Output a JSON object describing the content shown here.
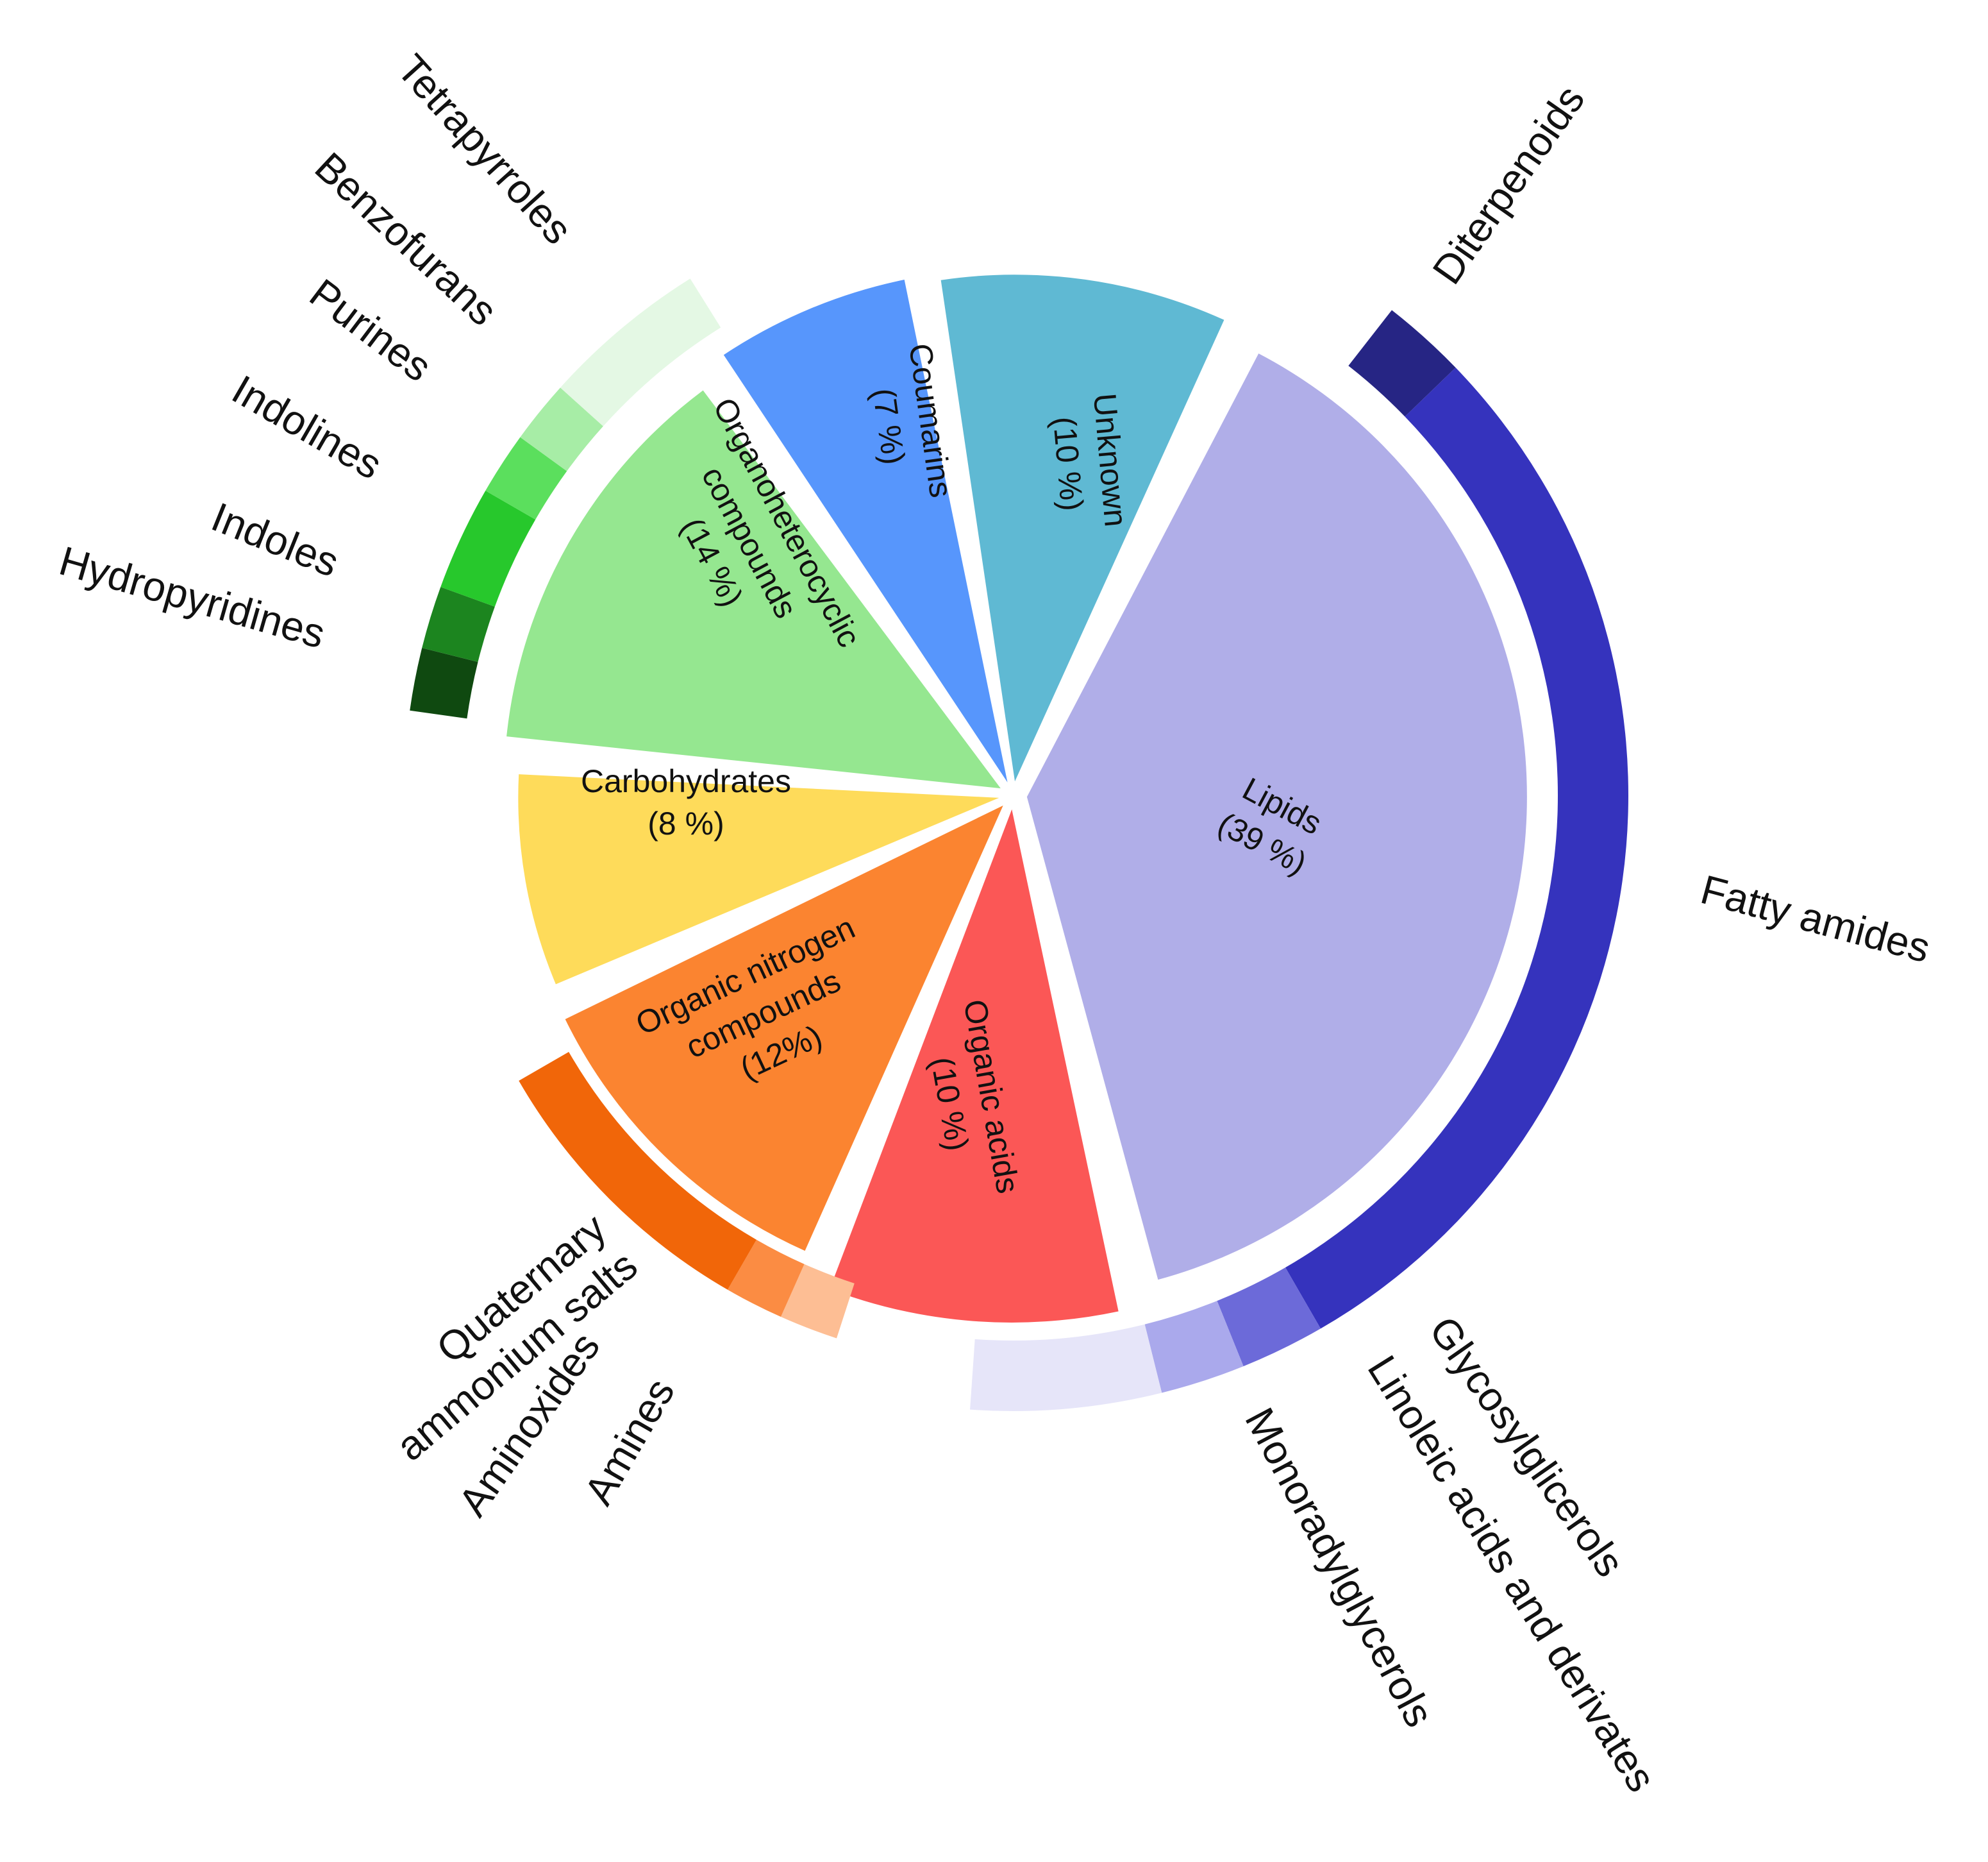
{
  "chart_data": {
    "type": "pie",
    "title": "",
    "slices": [
      {
        "label": "Lipids",
        "pct_label": "(39 %)",
        "value": 39,
        "color": "#b0aee8"
      },
      {
        "label": "Organic acids",
        "pct_label": "(10 %)",
        "value": 10,
        "color": "#fb5756"
      },
      {
        "label": "Organic nitrogen compounds",
        "pct_label": "(12%)",
        "value": 12,
        "color": "#fb8430"
      },
      {
        "label": "Carbohydrates",
        "pct_label": "(8 %)",
        "value": 8,
        "color": "#fedb5a"
      },
      {
        "label": "Organoheterocyclic compounds",
        "pct_label": "(14 %)",
        "value": 14,
        "color": "#95e790"
      },
      {
        "label": "Coumarins",
        "pct_label": "(7 %)",
        "value": 7,
        "color": "#5796fc"
      },
      {
        "label": "Unknown",
        "pct_label": "(10 %)",
        "value": 10,
        "color": "#5fb9d3"
      }
    ],
    "subcategories": [
      {
        "parent": "Lipids",
        "items": [
          {
            "label": "Diterpenoids",
            "color": "#262584"
          },
          {
            "label": "Fatty amides",
            "color": "#3533bd"
          },
          {
            "label": "Glycosylglicerols",
            "color": "#6c6ad9"
          },
          {
            "label": "Linoleic acids and derivates",
            "color": "#aaa9ec"
          },
          {
            "label": "Monoradylglycerols",
            "color": "#e6e5f9"
          }
        ]
      },
      {
        "parent": "Organic nitrogen compounds",
        "items": [
          {
            "label": "Quaternary ammonium salts",
            "color": "#fdbe94"
          },
          {
            "label": "Aminoxides",
            "color": "#fb8c43"
          },
          {
            "label": "Amines",
            "color": "#f16609"
          }
        ]
      },
      {
        "parent": "Organoheterocyclic compounds",
        "items": [
          {
            "label": "Hydropyridines",
            "color": "#0f4910"
          },
          {
            "label": "Indoles",
            "color": "#1c851f"
          },
          {
            "label": "Indolines",
            "color": "#27c82c"
          },
          {
            "label": "Purines",
            "color": "#5bdf5d"
          },
          {
            "label": "Benzofurans",
            "color": "#a7eda6"
          },
          {
            "label": "Tetrapyrroles",
            "color": "#e4f8e4"
          }
        ]
      }
    ]
  }
}
